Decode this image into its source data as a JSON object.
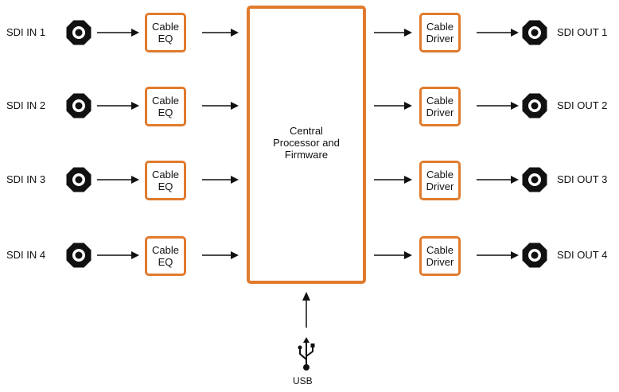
{
  "inputs": [
    {
      "label": "SDI IN 1",
      "stage": "Cable\nEQ"
    },
    {
      "label": "SDI IN 2",
      "stage": "Cable\nEQ"
    },
    {
      "label": "SDI IN 3",
      "stage": "Cable\nEQ"
    },
    {
      "label": "SDI IN 4",
      "stage": "Cable\nEQ"
    }
  ],
  "outputs": [
    {
      "label": "SDI OUT 1",
      "stage": "Cable\nDriver"
    },
    {
      "label": "SDI OUT 2",
      "stage": "Cable\nDriver"
    },
    {
      "label": "SDI OUT 3",
      "stage": "Cable\nDriver"
    },
    {
      "label": "SDI OUT 4",
      "stage": "Cable\nDriver"
    }
  ],
  "central": {
    "label": "Central\nProcessor and\nFirmware"
  },
  "usb": {
    "label": "USB",
    "icon": "usb-icon"
  },
  "connector_icon": "bnc-connector-icon",
  "colors": {
    "accent": "#e07b2e",
    "line": "#111111",
    "background": "#ffffff"
  }
}
